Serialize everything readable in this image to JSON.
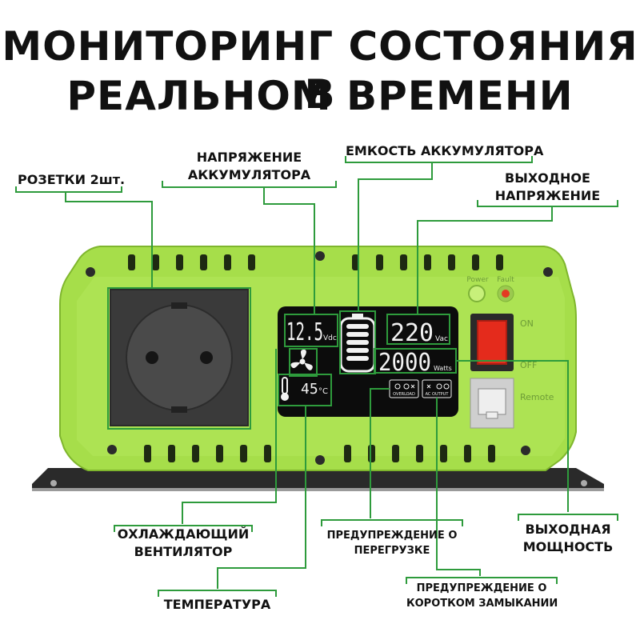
{
  "title": {
    "line1": "МОНИТОРИНГ СОСТОЯНИЯ В",
    "line2": "РЕАЛЬНОМ ВРЕМЕНИ"
  },
  "callouts": {
    "sockets": "РОЗЕТКИ 2шт.",
    "battery_voltage": [
      "НАПРЯЖЕНИЕ",
      "АККУМУЛЯТОРА"
    ],
    "battery_capacity": "ЕМКОСТЬ АККУМУЛЯТОРА",
    "output_voltage": [
      "ВЫХОДНОЕ",
      "НАПРЯЖЕНИЕ"
    ],
    "cooling_fan": [
      "ОХЛАЖДАЮЩИЙ",
      "ВЕНТИЛЯТОР"
    ],
    "temperature": "ТЕМПЕРАТУРА",
    "overload_warning": [
      "ПРЕДУПРЕЖДЕНИЕ О",
      "ПЕРЕГРУЗКЕ"
    ],
    "output_power": [
      "ВЫХОДНАЯ",
      "МОЩНОСТЬ"
    ],
    "short_circuit_warning": [
      "ПРЕДУПРЕЖДЕНИЕ О",
      "КОРОТКОМ ЗАМЫКАНИИ"
    ]
  },
  "display": {
    "battery_voltage_value": "12.5",
    "battery_voltage_unit": "Vdc",
    "output_voltage_value": "220",
    "output_voltage_unit": "Vac",
    "output_power_value": "2000",
    "output_power_unit": "Watts",
    "temperature_value": "45",
    "temperature_unit": "°C",
    "overload_label": "OVERLOAD",
    "ac_output_label": "AC OUTPUT"
  },
  "device_labels": {
    "power": "Power",
    "fault": "Fault",
    "on": "ON",
    "off": "OFF",
    "remote": "Remote"
  },
  "colors": {
    "case": "#a6de4a",
    "case_shade": "#8cc634",
    "callout_line": "#2e9b3c",
    "lcd_bg": "#0c0c0c",
    "lcd_fg": "#f2f2f2",
    "switch_red": "#e42b1c"
  }
}
